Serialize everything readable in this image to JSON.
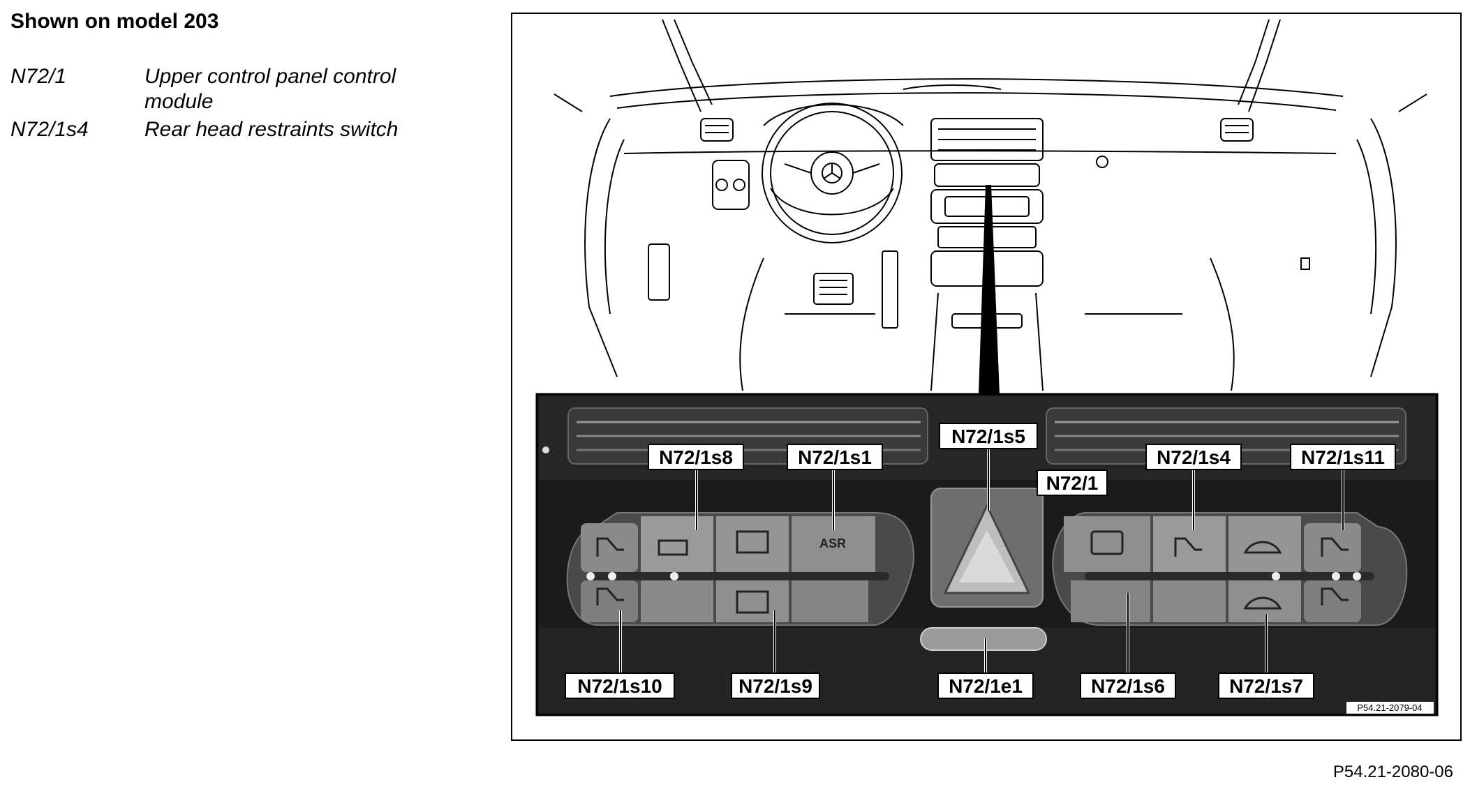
{
  "heading": "Shown on model 203",
  "legend": [
    {
      "code": "N72/1",
      "description": "Upper control panel control module"
    },
    {
      "code": "N72/1s4",
      "description": "Rear head restraints switch"
    }
  ],
  "callouts": [
    {
      "id": "s8",
      "label": "N72/1s8"
    },
    {
      "id": "s1",
      "label": "N72/1s1"
    },
    {
      "id": "s5",
      "label": "N72/1s5"
    },
    {
      "id": "main",
      "label": "N72/1"
    },
    {
      "id": "s4",
      "label": "N72/1s4"
    },
    {
      "id": "s11",
      "label": "N72/1s11"
    },
    {
      "id": "s10",
      "label": "N72/1s10"
    },
    {
      "id": "s9",
      "label": "N72/1s9"
    },
    {
      "id": "e1",
      "label": "N72/1e1"
    },
    {
      "id": "s6",
      "label": "N72/1s6"
    },
    {
      "id": "s7",
      "label": "N72/1s7"
    }
  ],
  "photo_ref": "P54.21-2079-04",
  "figure_ref": "P54.21-2080-06",
  "colors": {
    "panel_dark": "#222222",
    "panel_mid": "#555555",
    "button_grey": "#8a8a8a",
    "hazard_red": "#b0b0b0"
  }
}
